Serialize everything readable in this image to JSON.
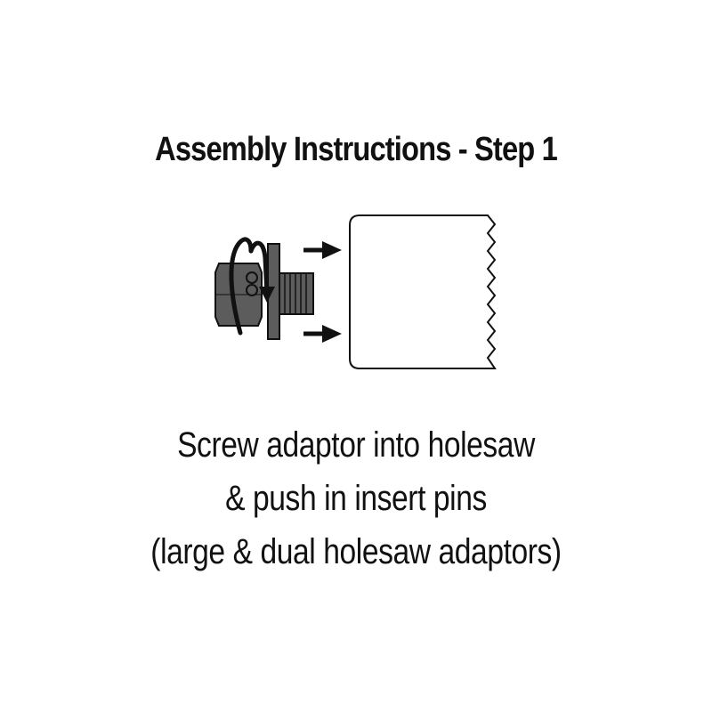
{
  "title": "Assembly Instructions - Step 1",
  "caption": {
    "lines": [
      "Screw adaptor into holesaw",
      "& push in insert pins",
      "(large & dual holesaw adaptors)"
    ]
  },
  "colors": {
    "text": "#111111",
    "adaptor_fill": "#5c5c5c",
    "outline": "#111111",
    "background": "#ffffff"
  },
  "icons": [
    "adaptor-icon",
    "rotation-arrow-icon",
    "push-arrow-icon",
    "holesaw-icon"
  ]
}
